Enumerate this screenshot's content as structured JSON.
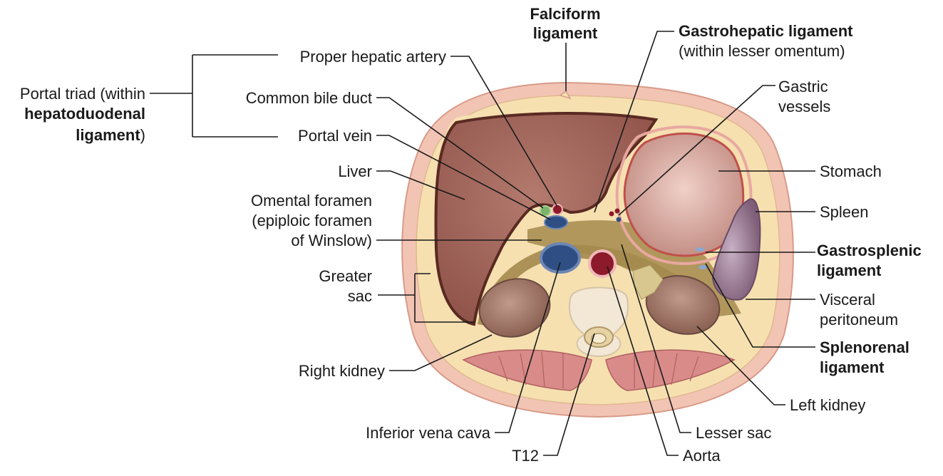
{
  "labels": {
    "falciform": [
      "Falciform",
      "ligament"
    ],
    "gastrohepatic": [
      "Gastrohepatic ligament",
      "(within lesser omentum)"
    ],
    "proper_hepatic_artery": "Proper hepatic artery",
    "portal_triad": [
      "Portal triad (within",
      "hepatoduodenal",
      "ligament",
      ")"
    ],
    "common_bile_duct": "Common bile duct",
    "portal_vein": "Portal vein",
    "liver": "Liver",
    "omental_foramen": [
      "Omental foramen",
      "(epiploic foramen",
      "of Winslow)"
    ],
    "greater_sac": [
      "Greater",
      "sac"
    ],
    "right_kidney": "Right kidney",
    "inferior_vena_cava": "Inferior vena cava",
    "t12": "T12",
    "aorta": "Aorta",
    "lesser_sac": "Lesser sac",
    "left_kidney": "Left kidney",
    "splenorenal": [
      "Splenorenal",
      "ligament"
    ],
    "visceral_peritoneum": [
      "Visceral",
      "peritoneum"
    ],
    "gastrosplenic": [
      "Gastrosplenic",
      "ligament"
    ],
    "spleen": "Spleen",
    "stomach": "Stomach",
    "gastric_vessels": [
      "Gastric",
      "vessels"
    ]
  },
  "colors": {
    "skin": "#f2c4b4",
    "fat": "#f6e0b0",
    "liver": "#a8695e",
    "liver_edge": "#5a2a22",
    "lesser_sac": "#a58a4e",
    "stomach": "#e8b0a8",
    "spleen": "#9c7f96",
    "kidney": "#9a7264",
    "vertebra": "#f3e7d6",
    "muscle": "#d98b89",
    "ivc": "#2f4f84",
    "aorta": "#8c1a2a"
  }
}
